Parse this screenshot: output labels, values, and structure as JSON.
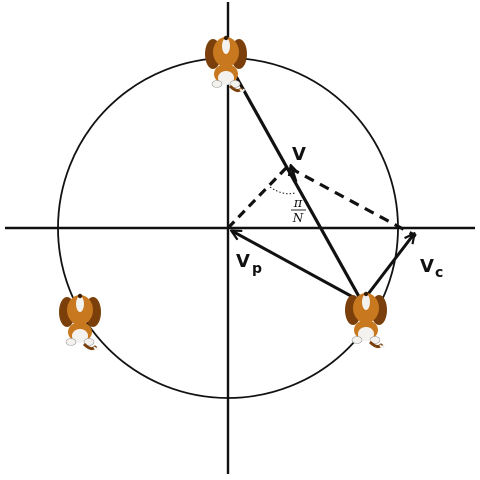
{
  "diagram": {
    "labels": {
      "v": "V",
      "vp_main": "V",
      "vp_sub": "p",
      "vc_main": "V",
      "vc_sub": "c",
      "angle_num": "π",
      "angle_den": "N"
    },
    "colors": {
      "line": "#111111",
      "dog_body": "#c8781f",
      "dog_dark": "#7a3f0a",
      "dog_white": "#f4f2ee"
    },
    "icons": [
      "beagle-dog-icon"
    ]
  }
}
